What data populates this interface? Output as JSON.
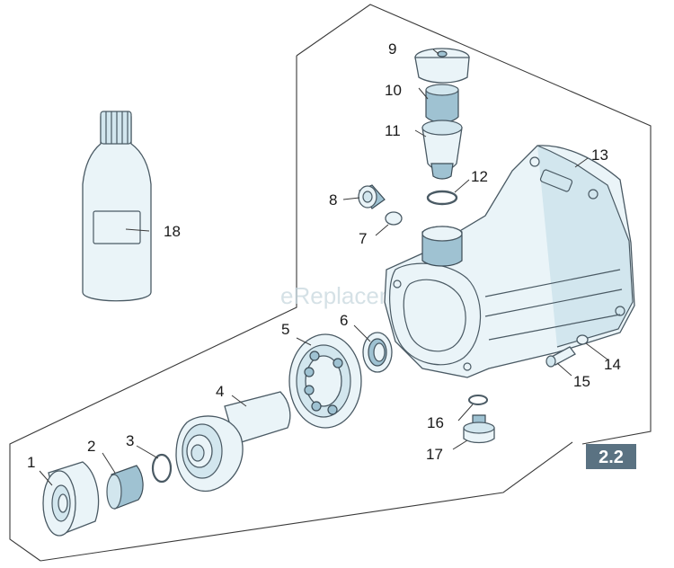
{
  "diagram": {
    "section_badge": "2.2",
    "watermark": "eReplacementParts.com",
    "callouts": [
      "1",
      "2",
      "3",
      "4",
      "5",
      "6",
      "7",
      "8",
      "9",
      "10",
      "11",
      "12",
      "13",
      "14",
      "15",
      "16",
      "17",
      "18"
    ],
    "colors": {
      "badge_fill": "#5a7282",
      "part_fill": "#eaf4f8",
      "part_shade": "#9fc2d2",
      "line": "#4a5a64"
    }
  }
}
